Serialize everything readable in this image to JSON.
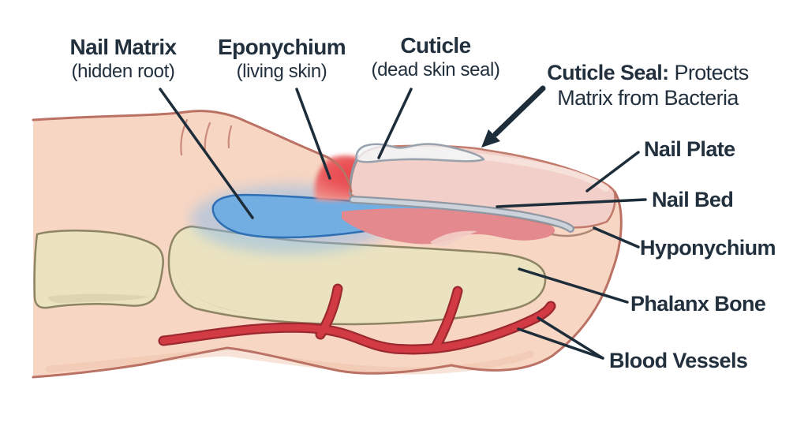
{
  "figure": {
    "title_context": "Fingernail anatomy cross-section diagram",
    "labels": {
      "nail_matrix": {
        "title": "Nail Matrix",
        "subtitle": "(hidden root)"
      },
      "eponychium": {
        "title": "Eponychium",
        "subtitle": "(living skin)"
      },
      "cuticle": {
        "title": "Cuticle",
        "subtitle": "(dead skin seal)"
      },
      "cuticle_seal": {
        "term": "Cuticle Seal:",
        "text": "Protects",
        "line2": "Matrix from Bacteria"
      },
      "nail_plate": {
        "title": "Nail Plate"
      },
      "nail_bed": {
        "title": "Nail Bed"
      },
      "hyponychium": {
        "title": "Hyponychium"
      },
      "phalanx_bone": {
        "title": "Phalanx Bone"
      },
      "blood_vessels": {
        "title": "Blood Vessels"
      }
    },
    "colors": {
      "bg": "#ffffff",
      "ink": "#22303e",
      "pointer": "#1e2d3a",
      "skin": "#f7d6c3",
      "skinOutline": "#bb7264",
      "skinRim": "#eec0a8",
      "bone": "#ebe3c0",
      "boneOutline": "#8d8464",
      "boneShadow": "#d8d0a9",
      "matrixBlue": "#72aee2",
      "matrixGlow": "#8abaea",
      "matrixOutline": "#2f70b4",
      "bedRed": "#e4898e",
      "eponychiumRed": "#e73f46",
      "eponychiumFade": "#f2a197",
      "plate": "#f2cfc8",
      "plateOutline": "#c17a6b",
      "plateHighlight": "#f8e5de",
      "underGray": "#8f98a3",
      "underGrayLight": "#ccd3da",
      "hypoLine": "#b08974",
      "cuticleFill": "#f3f6f9",
      "cuticleOutline": "#99a2ac",
      "vessel": "#d23b43",
      "vesselOutline": "#9c2830"
    }
  }
}
